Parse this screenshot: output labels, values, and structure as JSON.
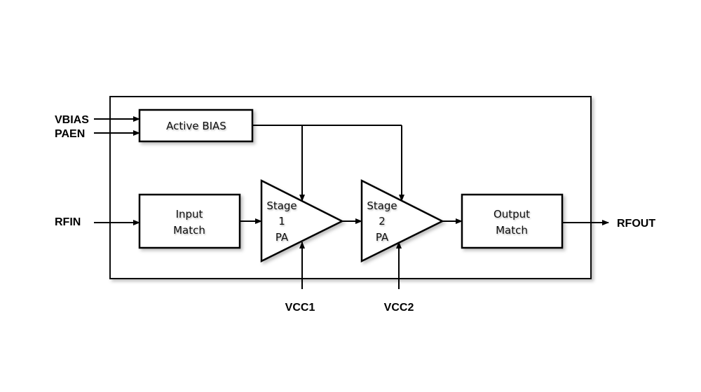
{
  "diagram": {
    "title": "PA block diagram",
    "pins": {
      "vbias": "VBIAS",
      "paen": "PAEN",
      "rfin": "RFIN",
      "rfout": "RFOUT",
      "vcc1": "VCC1",
      "vcc2": "VCC2"
    },
    "blocks": {
      "active_bias": {
        "label": "Active BIAS"
      },
      "input_match": {
        "line1": "Input",
        "line2": "Match"
      },
      "stage1": {
        "line1": "Stage",
        "line2": "1",
        "line3": "PA"
      },
      "stage2": {
        "line1": "Stage",
        "line2": "2",
        "line3": "PA"
      },
      "output_match": {
        "line1": "Output",
        "line2": "Match"
      }
    },
    "connections": [
      {
        "from": "VBIAS",
        "to": "Active BIAS"
      },
      {
        "from": "PAEN",
        "to": "Active BIAS"
      },
      {
        "from": "RFIN",
        "to": "Input Match"
      },
      {
        "from": "Input Match",
        "to": "Stage 1 PA"
      },
      {
        "from": "Stage 1 PA",
        "to": "Stage 2 PA"
      },
      {
        "from": "Stage 2 PA",
        "to": "Output Match"
      },
      {
        "from": "Output Match",
        "to": "RFOUT"
      },
      {
        "from": "Active BIAS",
        "to": "Stage 1 PA"
      },
      {
        "from": "Active BIAS",
        "to": "Stage 2 PA"
      },
      {
        "from": "VCC1",
        "to": "Stage 1 PA"
      },
      {
        "from": "VCC2",
        "to": "Stage 2 PA"
      }
    ]
  }
}
